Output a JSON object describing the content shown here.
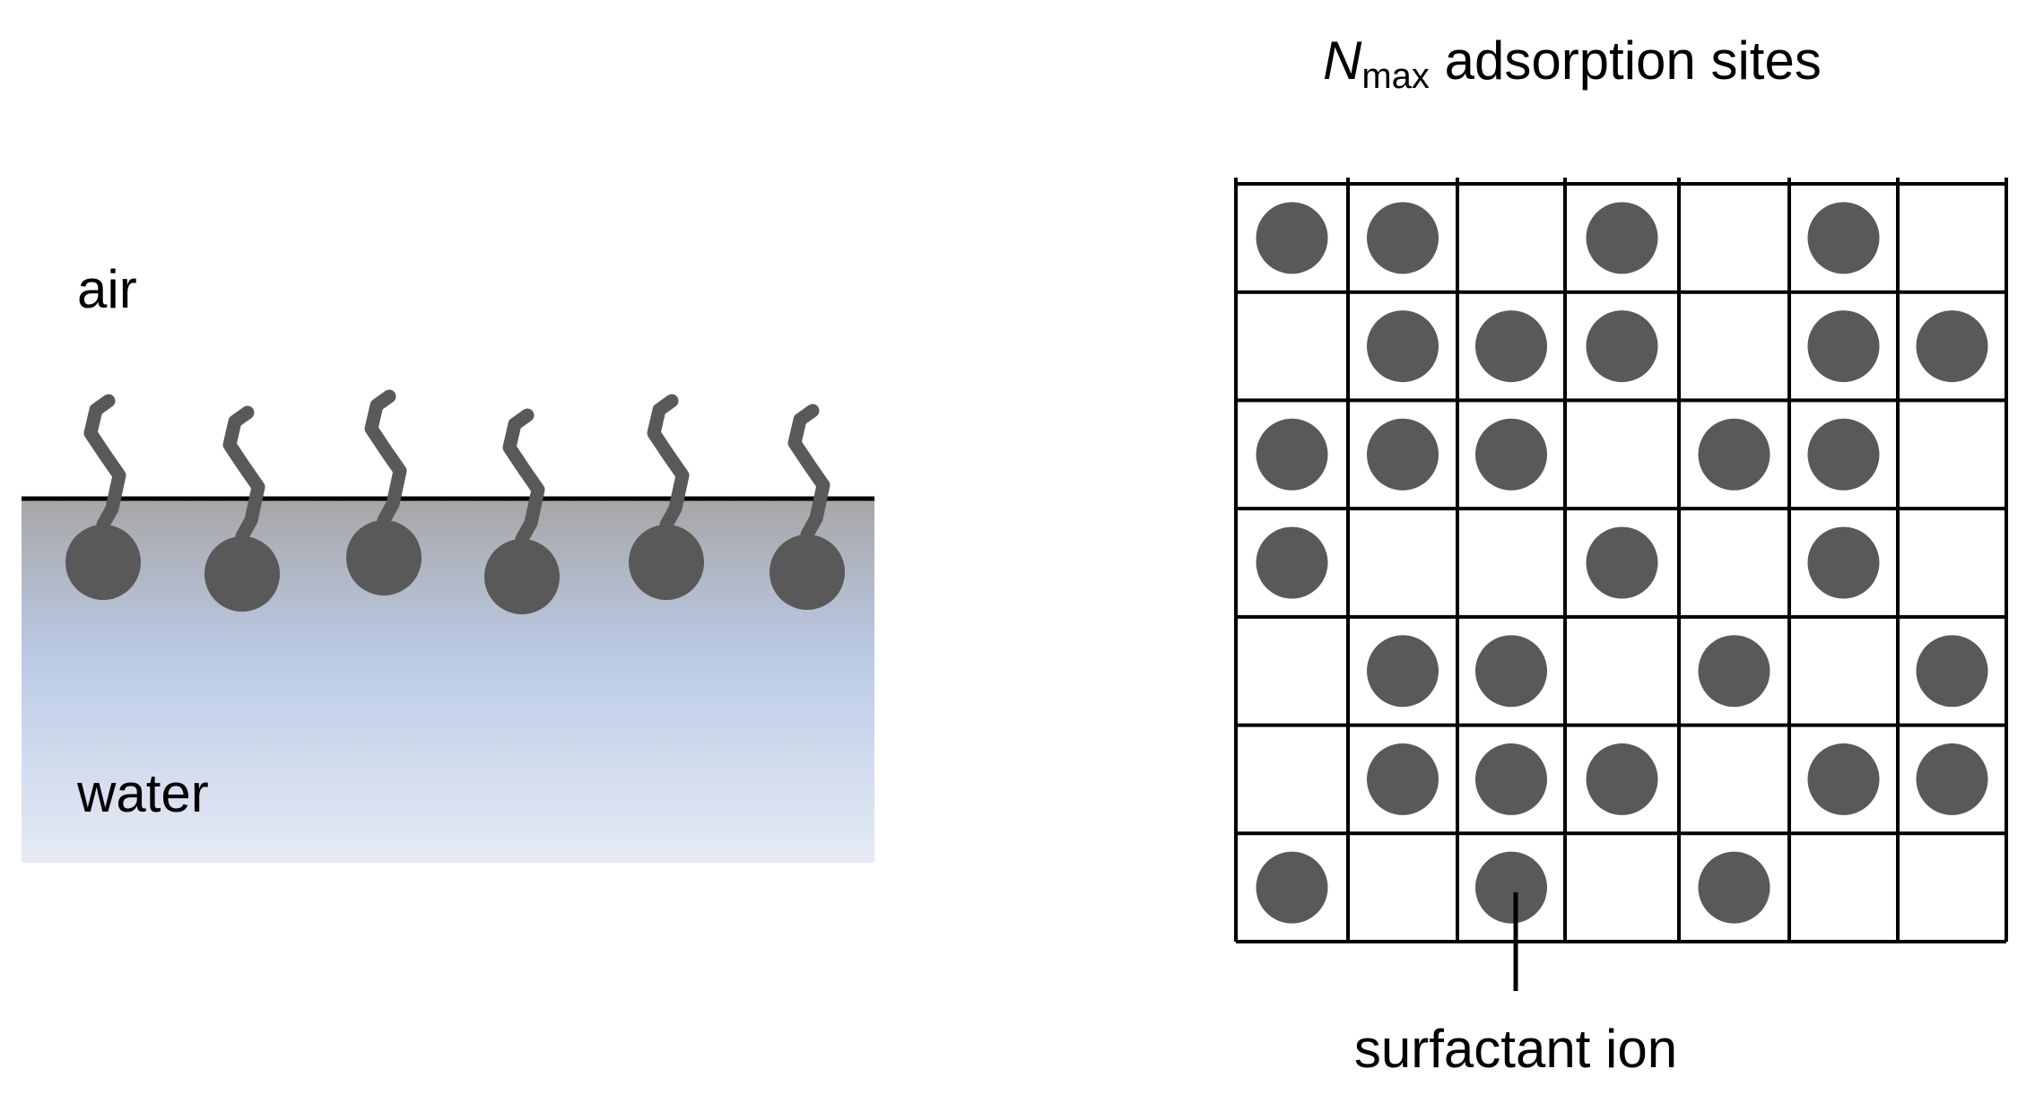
{
  "left_panel": {
    "air_label": "air",
    "water_label": "water",
    "molecule_count": 6
  },
  "right_panel": {
    "title_symbol": "N",
    "title_subscript": "max",
    "title_rest": " adsorption sites",
    "callout_label": "surfactant ion",
    "grid": [
      [
        1,
        1,
        0,
        1,
        0,
        1,
        0
      ],
      [
        0,
        1,
        1,
        1,
        0,
        1,
        1
      ],
      [
        1,
        1,
        1,
        0,
        1,
        1,
        0
      ],
      [
        1,
        0,
        0,
        1,
        0,
        1,
        0
      ],
      [
        0,
        1,
        1,
        0,
        1,
        0,
        1
      ],
      [
        0,
        1,
        1,
        1,
        0,
        1,
        1
      ],
      [
        1,
        0,
        1,
        0,
        1,
        0,
        0
      ]
    ]
  },
  "colors": {
    "molecule": "#595959",
    "interface_line": "#000000",
    "water_top": "#a6a6a8",
    "water_mid": "#bccbe6",
    "water_bottom": "#e6ebf5",
    "grid_line": "#000000"
  }
}
